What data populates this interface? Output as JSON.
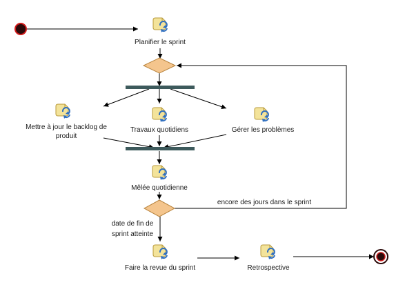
{
  "diagram": {
    "activities": [
      {
        "id": "plan",
        "label": "Planifier le sprint"
      },
      {
        "id": "backlog",
        "label_lines": [
          "Mettre à jour le backlog de",
          "produit"
        ]
      },
      {
        "id": "travaux",
        "label": "Travaux quotidiens"
      },
      {
        "id": "problemes",
        "label": "Gérer les problèmes"
      },
      {
        "id": "melee",
        "label": "Mêlée quotidienne"
      },
      {
        "id": "revue",
        "label": "Faire la revue du sprint"
      },
      {
        "id": "retro",
        "label": "Retrospective"
      }
    ],
    "guards": {
      "continue": "encore des jours dans le sprint",
      "end_lines": [
        "date de fin de",
        "sprint atteinte"
      ]
    }
  },
  "colors": {
    "line": "#000000",
    "decision_fill": "#f4c58d",
    "decision_stroke": "#b9853f",
    "bar": "#3d5a5c",
    "activity_icon_fill": "#f3e39a",
    "activity_icon_stroke": "#b89a3a",
    "cycle_arrow": "#2f6fc0",
    "start_fill": "#2b0a0a",
    "start_stroke": "#d11b1b"
  }
}
